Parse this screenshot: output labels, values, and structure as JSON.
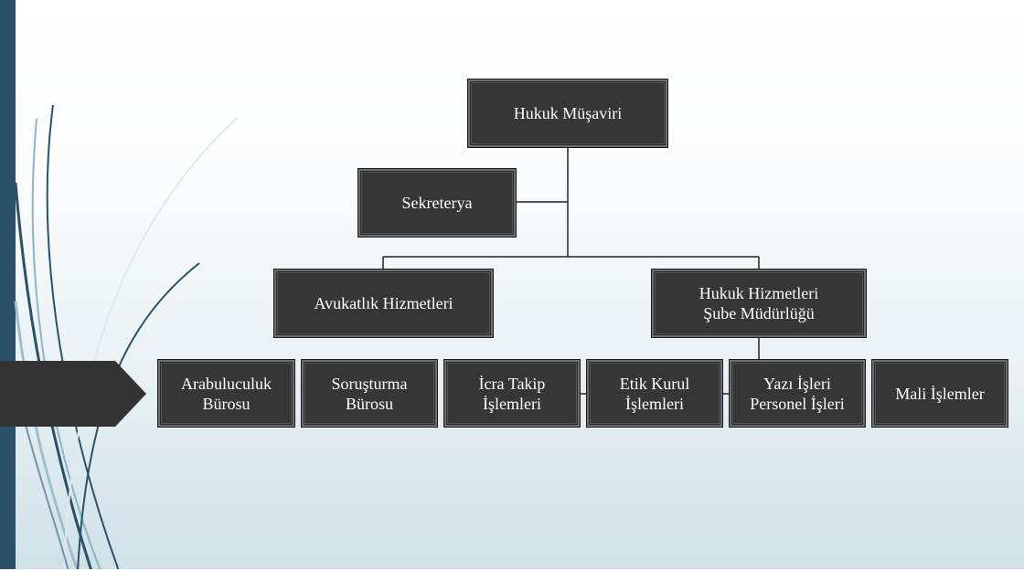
{
  "theme": {
    "accent": "#2b5168",
    "box_fill": "#363636",
    "box_text": "#ffffff",
    "connector": "#222222"
  },
  "org_chart": {
    "root": "Hukuk Müşaviri",
    "assistant": "Sekreterya",
    "departments": [
      {
        "label": "Avukatlık Hizmetleri"
      },
      {
        "label": "Hukuk Hizmetleri\nŞube Müdürlüğü"
      }
    ],
    "units": [
      {
        "label": "Arabuluculuk\nBürosu"
      },
      {
        "label": "Soruşturma\nBürosu"
      },
      {
        "label": "İcra Takip\nİşlemleri"
      },
      {
        "label": "Etik Kurul\nİşlemleri"
      },
      {
        "label": "Yazı İşleri\nPersonel İşleri"
      },
      {
        "label": "Mali İşlemler"
      }
    ]
  }
}
